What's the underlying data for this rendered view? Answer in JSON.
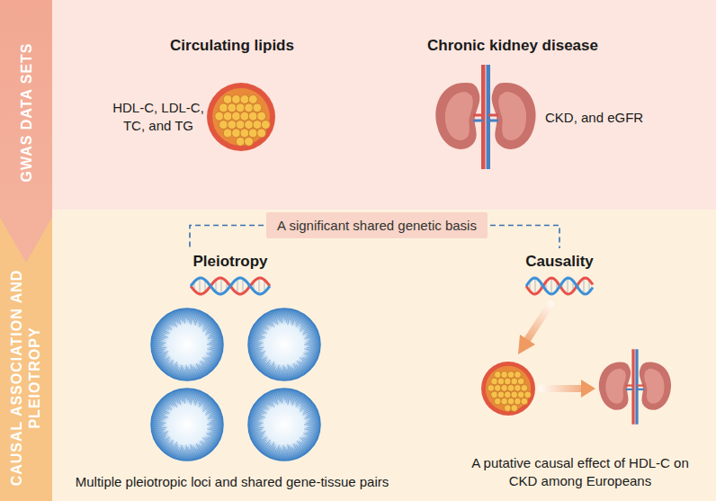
{
  "diagram": {
    "nodes": [
      {
        "text": [
          "GWAS DATA SETS"
        ]
      },
      {
        "text": [
          "CAUSAL ASSOCIATION AND PLEIOTROPY"
        ]
      },
      {
        "text": [
          "A significant shared genetic basis"
        ]
      }
    ],
    "labels": [
      "Circulating lipids",
      "Chronic kidney disease",
      "HDL-C, LDL-C, TC, and TG",
      "CKD, and eGFR",
      "Pleiotropy",
      "Causality",
      "Multiple pleiotropic loci and shared gene-tissue pairs",
      "A putative causal effect of HDL-C on CKD among Europeans"
    ]
  }
}
